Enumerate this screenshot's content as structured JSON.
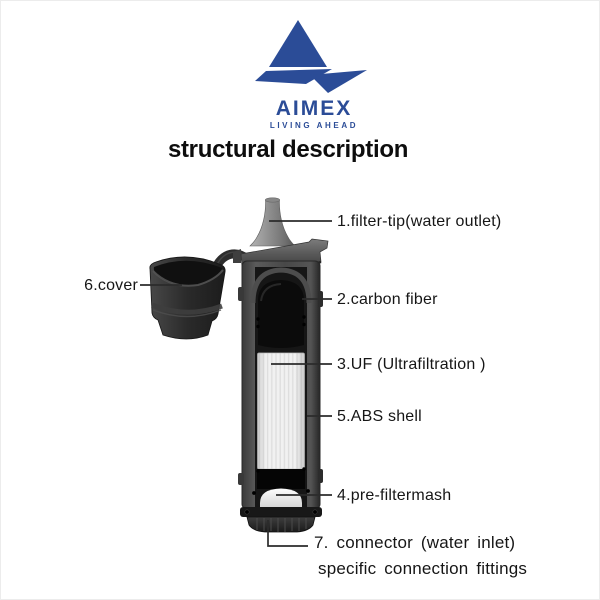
{
  "brand": {
    "name": "AIMEX",
    "tagline": "LIVING AHEAD",
    "logo_color": "#2b4c97"
  },
  "title": "structural description",
  "colors": {
    "logo_blue": "#2b4c97",
    "label_text": "#161616",
    "shell_gray": "#464646",
    "leader_line": "#2b2b2b"
  },
  "labels": {
    "filter_tip": "1.filter-tip(water outlet)",
    "carbon_fiber": "2.carbon fiber",
    "uf": "3.UF (Ultrafiltration )",
    "abs_shell": "5.ABS shell",
    "pre_filtermash": "4.pre-filtermash",
    "cover": "6.cover",
    "connector_line1": "7. connector (water inlet)",
    "connector_line2": "specific connection fittings"
  }
}
